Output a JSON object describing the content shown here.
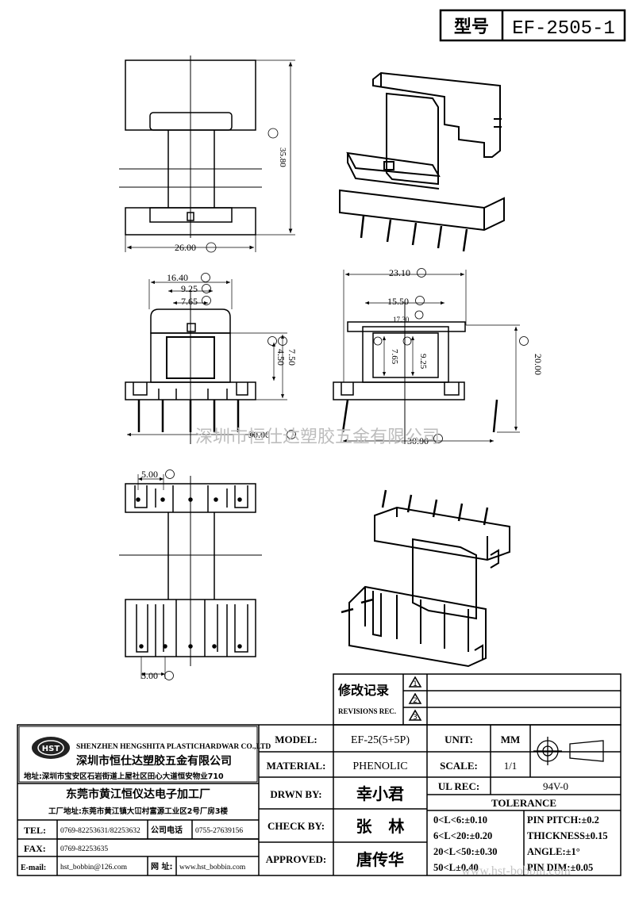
{
  "model_box": {
    "label": "型号",
    "value": "EF-2505-1"
  },
  "dimensions": {
    "A": "35.80",
    "B": "26.00",
    "C": "16.40",
    "D": "9.25",
    "E": "7.65",
    "H": "7.50",
    "I": "4.50",
    "K": "23.10",
    "M": "15.50",
    "L": "17.30",
    "N": "7.65",
    "O": "9.25",
    "P": "20.00",
    "J": "30.00",
    "Q": "30.00",
    "S": "5.00",
    "V": "5.00"
  },
  "watermark": "深圳市恒仕达塑胶五金有限公司",
  "watermark_url": "www.hst-bobbin.com",
  "revisions": {
    "title_cn": "修改记录",
    "title_en": "REVISIONS REC.",
    "rows": [
      "1",
      "2",
      "3"
    ]
  },
  "company": {
    "logo_text": "HST",
    "name_en": "SHENZHEN HENGSHITA PLASTICHARDWAR CO.,LTD",
    "name_cn": "深圳市恒仕达塑胶五金有限公司",
    "address_cn": "地址:深圳市宝安区石岩街道上屋社区田心大道恒安物业710",
    "factory_cn": "东莞市黄江恒仪达电子加工厂",
    "factory_addr": "工厂地址:东莞市黄江镇大冚村富源工业区2号厂房3楼",
    "tel_label": "TEL:",
    "tel": "0769-82253631/82253632",
    "company_tel_label": "公司电话",
    "company_tel": "0755-27639156",
    "fax_label": "FAX:",
    "fax": "0769-82253635",
    "email_label": "E-mail:",
    "email": "hst_bobbin@126.com",
    "web_label": "网 址:",
    "web": "www.hst_bobbin.com"
  },
  "spec": {
    "model_label": "MODEL:",
    "model": "EF-25(5+5P)",
    "material_label": "MATERIAL:",
    "material": "PHENOLIC",
    "drawn_label": "DRWN BY:",
    "drawn": "幸小君",
    "check_label": "CHECK BY:",
    "check": "张   林",
    "approved_label": "APPROVED:",
    "approved": "唐传华",
    "unit_label": "UNIT:",
    "unit": "MM",
    "scale_label": "SCALE:",
    "scale": "1/1",
    "ul_label": "UL REC:",
    "ul": "94V-0",
    "tolerance_label": "TOLERANCE",
    "tol1": "0<L<6:±0.10",
    "tol2": "6<L<20:±0.20",
    "tol3": "20<L<50:±0.30",
    "tol4": "50<L±0.40",
    "pin_pitch": "PIN PITCH:±0.2",
    "thickness": "THICKNESS±0.15",
    "angle": "ANGLE:±1°",
    "pin_dim": "PIN DIM:±0.05"
  }
}
